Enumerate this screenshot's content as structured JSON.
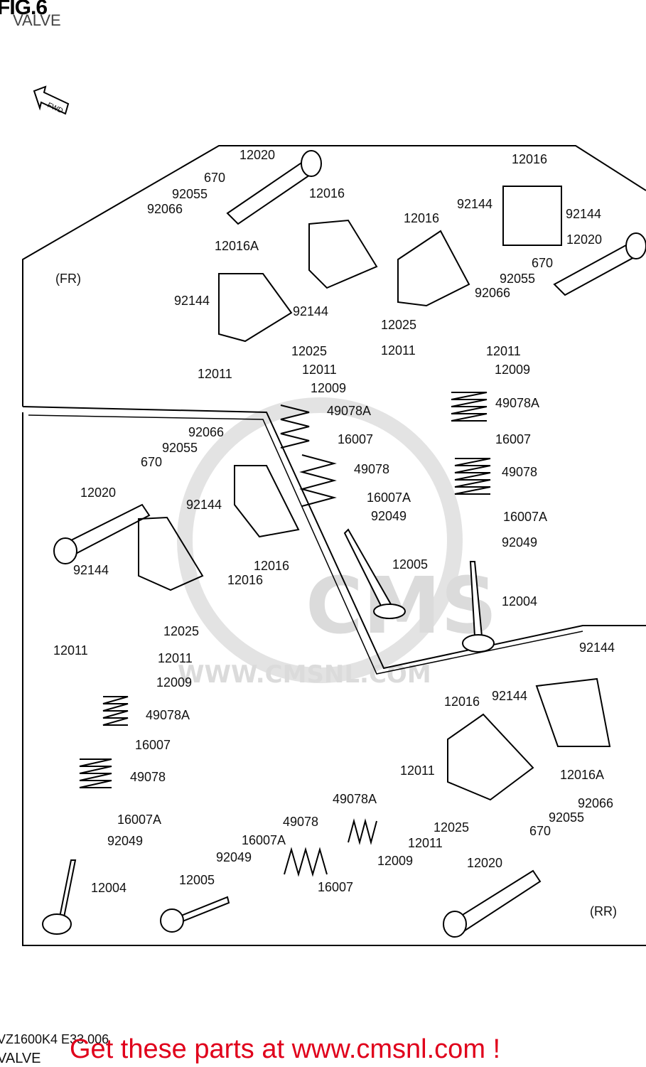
{
  "header": {
    "fig": "FIG.6",
    "subtitle": "VALVE"
  },
  "fwd_label": "FWD",
  "regions": {
    "front": "(FR)",
    "rear": "(RR)"
  },
  "watermark": {
    "brand": "CMS",
    "url": "WWW.CMSNL.COM"
  },
  "footer": {
    "code": "VZ1600K4 E33 006",
    "title": "VALVE",
    "cta": "Get these parts at www.cmsnl.com !"
  },
  "colors": {
    "cta": "#e0001b",
    "line": "#000000"
  },
  "labels": [
    "12020",
    "670",
    "92055",
    "92066",
    "12016",
    "12016A",
    "92144",
    "92144",
    "12025",
    "12011",
    "12011",
    "12009",
    "49078A",
    "16007",
    "49078",
    "16007A",
    "92049",
    "12005",
    "12016",
    "92144",
    "92144",
    "12016",
    "12020",
    "670",
    "92055",
    "92066",
    "12025",
    "12011",
    "12011",
    "12009",
    "49078A",
    "16007",
    "49078",
    "16007A",
    "92049",
    "12004",
    "92066",
    "92055",
    "670",
    "12020",
    "92144",
    "12016",
    "92144",
    "12016",
    "12025",
    "12011",
    "12011",
    "12009",
    "49078A",
    "16007",
    "49078",
    "16007A",
    "92049",
    "12004",
    "92144",
    "92144",
    "12016",
    "12016A",
    "12011",
    "12025",
    "12011",
    "49078A",
    "12009",
    "49078",
    "16007A",
    "16007",
    "92049",
    "12005",
    "92066",
    "92055",
    "670",
    "12020"
  ]
}
